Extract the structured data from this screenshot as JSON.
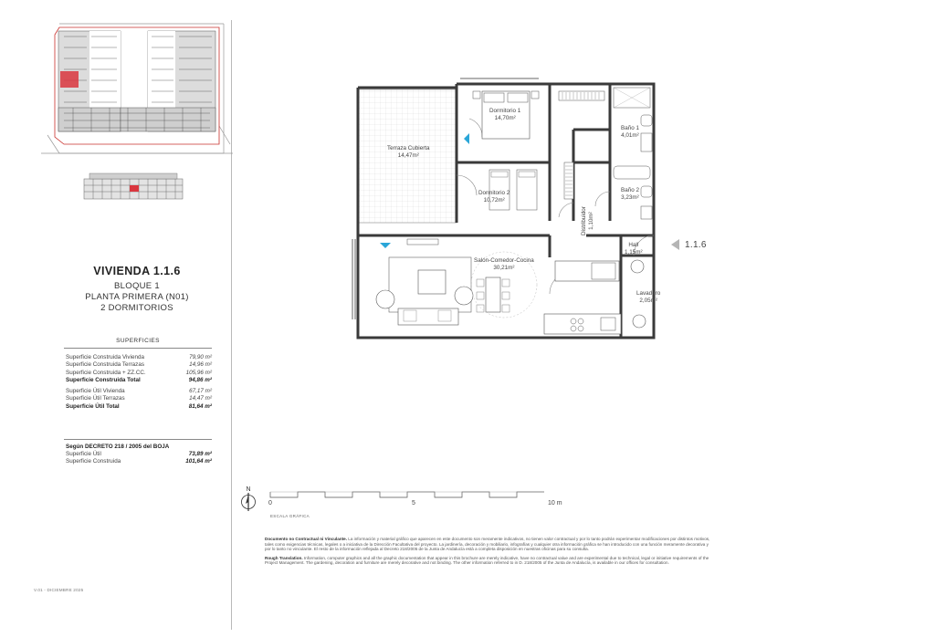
{
  "unit": {
    "title": "VIVIENDA 1.1.6",
    "block": "BLOQUE 1",
    "floor": "PLANTA PRIMERA (N01)",
    "bedrooms": "2 DORMITORIOS",
    "tag": "1.1.6"
  },
  "surfaces": {
    "heading": "SUPERFICIES",
    "rows": [
      {
        "label": "Superficie Construida Vivienda",
        "value": "79,90 m²",
        "bold": false
      },
      {
        "label": "Superficie Construida Terrazas",
        "value": "14,96 m²",
        "bold": false
      },
      {
        "label": "Superficie Construida + ZZ.CC.",
        "value": "105,96 m²",
        "bold": false
      },
      {
        "label": "Superficie Construida Total",
        "value": "94,86 m²",
        "bold": true
      },
      {
        "label": "Superficie Útil Vivienda",
        "value": "67,17 m²",
        "bold": false
      },
      {
        "label": "Superficie Útil Terrazas",
        "value": "14,47 m²",
        "bold": false
      },
      {
        "label": "Superficie Útil Total",
        "value": "81,64 m²",
        "bold": true
      }
    ]
  },
  "decreto": {
    "heading": "Según DECRETO 218 / 2005 del BOJA",
    "rows": [
      {
        "label": "Superficie Útil",
        "value": "73,89 m²"
      },
      {
        "label": "Superficie Construida",
        "value": "101,64 m²"
      }
    ]
  },
  "rooms": {
    "dormitorio1": {
      "name": "Dormitorio 1",
      "area": "14,70m²"
    },
    "terraza": {
      "name": "Terraza Cubierta",
      "area": "14,47m²"
    },
    "dormitorio2": {
      "name": "Dormitorio 2",
      "area": "10,72m²"
    },
    "bano1": {
      "name": "Baño 1",
      "area": "4,01m²"
    },
    "bano2": {
      "name": "Baño 2",
      "area": "3,23m²"
    },
    "distribuidor": {
      "name": "Distribuidor",
      "area": "1,10m²"
    },
    "hall": {
      "name": "Hall",
      "area": "1,15m²"
    },
    "salon": {
      "name": "Salón-Comedor-Cocina",
      "area": "30,21m²"
    },
    "lavadero": {
      "name": "Lavadero",
      "area": "2,05m²"
    }
  },
  "scale": {
    "north": "N",
    "marks": [
      "0",
      "5",
      "10 m"
    ],
    "caption": "ESCALA GRÁFICA"
  },
  "legal": {
    "es_lead": "Documento no Contractual ni Vinculante.",
    "es_body": "La información y material gráfico que aparecen en este documento son meramente indicativos, no tienen valor contractual y por lo tanto podrán experimentar modificaciones por distintos motivos, tales como exigencias técnicas, legales o a iniciativa de la Dirección Facultativa del proyecto. La jardinería, decoración y mobiliario, infografías y cualquier otra información gráfica se han introducido con una función meramente decorativa y por lo tanto no vinculante. El resto de la información reflejada al Decreto 218/2005 de la Junta de Andalucía está a completa disposición en nuestras oficinas para su consulta.",
    "en_lead": "Rough Translation.",
    "en_body": "Information, computer graphics and all the graphic documentation that appear in this brochure are merely indicative, have no contractual value and are experimental due to technical, legal or initiative requirements of the Project Management. The gardening, decoration and furniture are merely decorative and not binding. The other information referred to in D. 218/2005 of the Junta de Andalucía, is available in our offices for consultation."
  },
  "version": "V.01 - DICIEMBRE 2025",
  "colors": {
    "highlight": "#d9363e",
    "wall": "#3a3a3a",
    "door_marker": "#2aa6d8"
  }
}
